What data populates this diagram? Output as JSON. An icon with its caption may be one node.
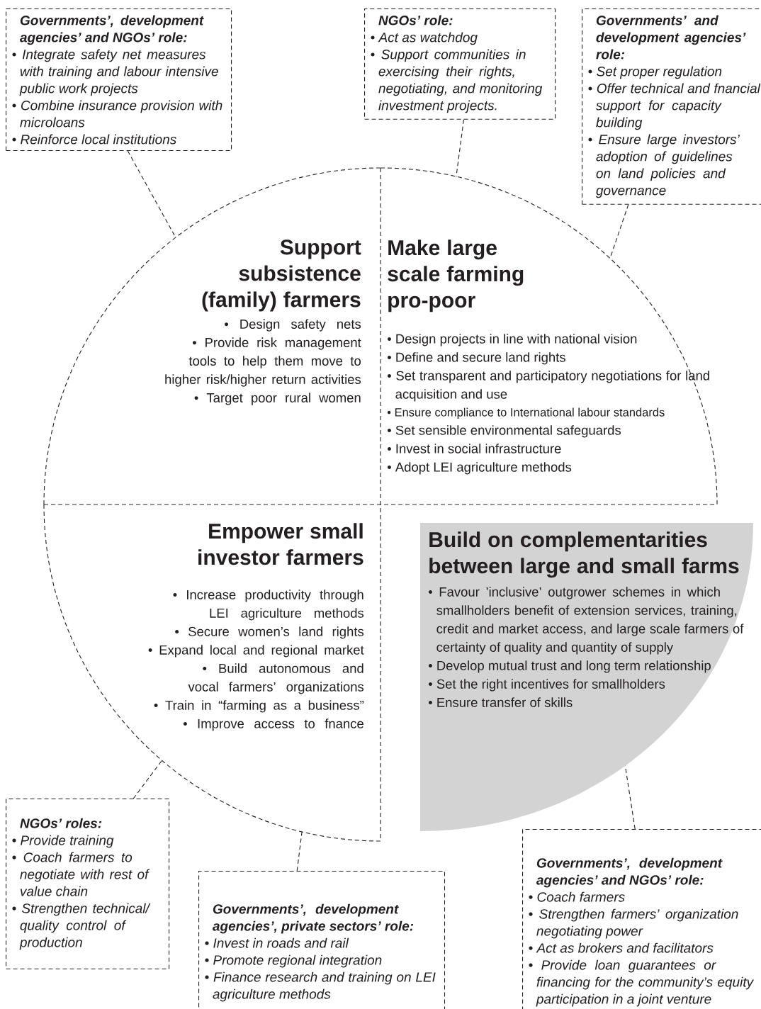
{
  "diagram": {
    "nodes": [
      {
        "text": [
          "Support subsistence (family) farmers",
          "• Design safety nets",
          "• Provide risk management tools to help them move to higher risk/higher return activities",
          "• Target poor rural women"
        ]
      },
      {
        "text": [
          "Make large scale farming pro-poor",
          "• Design projects in line with national vision",
          "• Define and secure land rights",
          "• Set transparent and participatory negotiations for land acquisition and use",
          "• Ensure compliance to International labour standards",
          "• Set sensible environmental safeguards",
          "• Invest in social infrastructure",
          "• Adopt LEI agriculture methods"
        ]
      },
      {
        "text": [
          "Empower small investor farmers",
          "• Increase productivity through LEI agriculture methods",
          "• Secure women’s land rights",
          "• Expand local and regional market",
          "• Build autonomous and vocal farmers’ organizations",
          "• Train in “farming as a business”",
          "• Improve access to fnance"
        ]
      },
      {
        "text": [
          "Build on complementarities between large and small farms",
          "• Favour ’inclusive’ outgrower schemes in which smallholders benefit of extension services, training, credit and market access, and large scale farmers of certainty of quality and quantity of supply",
          "• Develop mutual trust and long term relationship",
          "• Set the right incentives for smallholders",
          "• Ensure transfer of skills"
        ]
      },
      {
        "text": [
          "Governments’, development agencies’ and NGOs’ role:",
          "• Integrate safety net measures with training and labour intensive public work projects",
          "• Combine insurance provision with microloans",
          "• Reinforce local institutions"
        ]
      },
      {
        "text": [
          "NGOs’ role:",
          "• Act as watchdog",
          "• Support communities in exercising their rights, negotiating, and monitoring investment projects."
        ]
      },
      {
        "text": [
          "Governments’ and development agencies’ role:",
          "• Set proper regulation",
          "• Offer technical and fnancial support for capacity building",
          "• Ensure large investors’ adoption of guidelines on land policies and governance"
        ]
      },
      {
        "text": [
          "NGOs’ roles:",
          "• Provide training",
          "• Coach farmers to negotiate with rest of value chain",
          "• Strengthen technical/ quality control of production"
        ]
      },
      {
        "text": [
          "Governments’, development agencies’, private sectors’ role:",
          "• Invest in roads and rail",
          "• Promote regional integration",
          "• Finance research and training on LEI agriculture methods"
        ]
      },
      {
        "text": [
          "Governments’, development agencies’ and NGOs’ role:",
          "• Coach farmers",
          "• Strengthen farmers’ organization negotiating power",
          "• Act as brokers and facilitators",
          "• Provide loan guarantees or financing for the community’s equity participation in a joint venture"
        ]
      }
    ],
    "edges": [
      {
        "from": 4,
        "to": 0,
        "arrow": "none",
        "style": "dashed"
      },
      {
        "from": 5,
        "to": 1,
        "arrow": "none",
        "style": "dashed"
      },
      {
        "from": 6,
        "to": 1,
        "arrow": "none",
        "style": "dashed"
      },
      {
        "from": 7,
        "to": 2,
        "arrow": "none",
        "style": "dashed"
      },
      {
        "from": 8,
        "to": 2,
        "arrow": "none",
        "style": "dashed"
      },
      {
        "from": 9,
        "to": 3,
        "arrow": "none",
        "style": "dashed"
      }
    ]
  }
}
